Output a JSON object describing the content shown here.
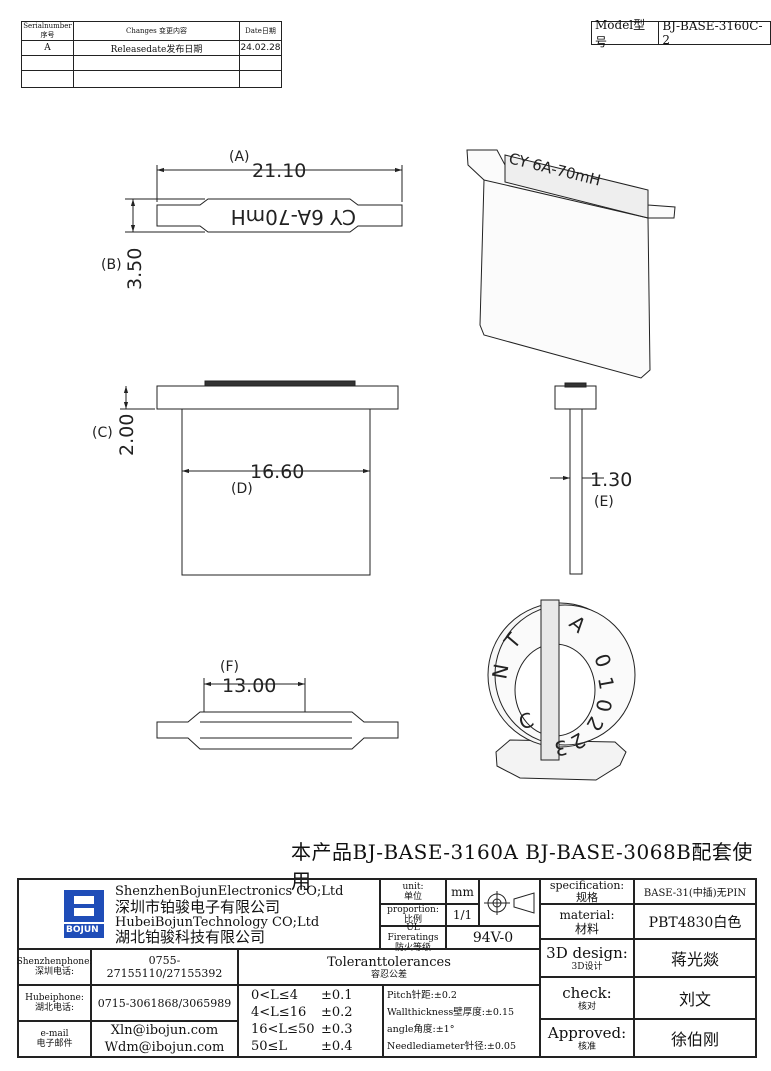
{
  "revision_table": {
    "headers": [
      "Serialnumber序号",
      "Changes 变更内容",
      "Date日期"
    ],
    "rows": [
      [
        "A",
        "Releasedate发布日期",
        "24.02.28"
      ],
      [
        "",
        "",
        ""
      ],
      [
        "",
        "",
        ""
      ]
    ]
  },
  "model": {
    "label": "Model型号",
    "value": "BJ-BASE-3160C-2"
  },
  "drawing": {
    "top_view": {
      "dim_a_label": "(A)",
      "dim_a_value": "21.10",
      "dim_b_label": "(B)",
      "dim_b_value": "3.50",
      "marking": "CY 6A-70mH"
    },
    "front_view": {
      "dim_c_label": "(C)",
      "dim_c_value": "2.00",
      "dim_d_label": "(D)",
      "dim_d_value": "16.60"
    },
    "side_view": {
      "dim_e_label": "(E)",
      "dim_e_value": "1.30"
    },
    "bottom_view": {
      "dim_f_label": "(F)",
      "dim_f_value": "13.00"
    },
    "render_3d_marking": "CY 6A-70mH",
    "render_toroid_letters": [
      "C",
      "N",
      "T",
      "A",
      "0",
      "1",
      "0",
      "2",
      "2",
      "3"
    ]
  },
  "note": "本产品BJ-BASE-3160A BJ-BASE-3068B配套使用",
  "title_block": {
    "company": {
      "en1": "ShenzhenBojunElectronics CO;Ltd",
      "cn1": "深圳市铂骏电子有限公司",
      "en2": "HubeiBojunTechnology CO;Ltd",
      "cn2": "湖北铂骏科技有限公司",
      "logo_text": "BOJUN"
    },
    "unit": {
      "label_en": "unit:",
      "label_cn": "单位",
      "value": "mm"
    },
    "proportion": {
      "label_en": "proportion:",
      "label_cn": "比例",
      "value": "1/1"
    },
    "ul": {
      "label_en": "UL Fireratings",
      "label_cn": "防火等级",
      "value": "94V-0"
    },
    "spec": {
      "label_en": "specification:",
      "label_cn": "规格",
      "value": "BASE-31(中插)无PIN"
    },
    "material": {
      "label_en": "material:",
      "label_cn": "材料",
      "value": "PBT4830白色"
    },
    "design": {
      "label_en": "3D design:",
      "label_cn": "3D设计",
      "value": "蒋光燚"
    },
    "check": {
      "label_en": "check:",
      "label_cn": "核对",
      "value": "刘文"
    },
    "approved": {
      "label_en": "Approved:",
      "label_cn": "核准",
      "value": "徐伯刚"
    },
    "contacts": [
      {
        "label_en": "Shenzhenphone:",
        "label_cn": "深圳电话:",
        "value": "0755-27155110/27155392"
      },
      {
        "label_en": "Hubeiphone:",
        "label_cn": "湖北电话:",
        "value": "0715-3061868/3065989"
      },
      {
        "label_en": "e-mail",
        "label_cn": "电子邮件",
        "value1": "Xln@ibojun.com",
        "value2": "Wdm@ibojun.com"
      }
    ],
    "tolerances": {
      "title_en": "Toleranttolerances",
      "title_cn": "容忍公差",
      "ranges": [
        {
          "range": "0<L≤4",
          "tol": "±0.1"
        },
        {
          "range": "4<L≤16",
          "tol": "±0.2"
        },
        {
          "range": "16<L≤50",
          "tol": "±0.3"
        },
        {
          "range": "50≤L",
          "tol": "±0.4"
        }
      ],
      "notes": [
        "Pitch针距:±0.2",
        "Wallthickness壁厚度:±0.15",
        "angle角度:±1°",
        "Needlediameter针径:±0.05"
      ]
    }
  }
}
